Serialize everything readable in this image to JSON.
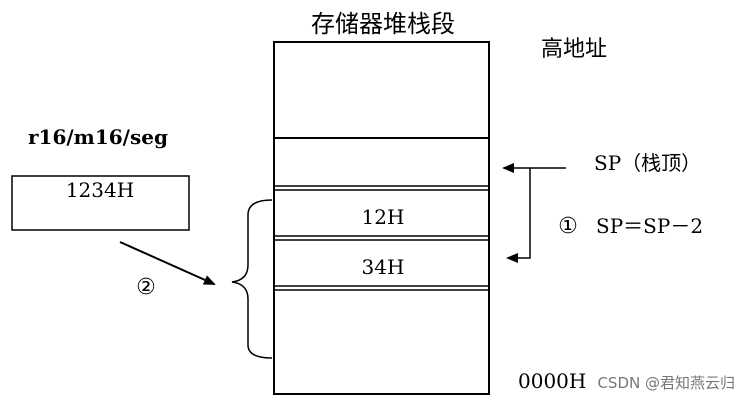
{
  "title": "存储器堆栈段",
  "high_address_label": "高地址",
  "low_address_label": "0000H",
  "source_operand_label": "r16/m16/seg",
  "source_value": "1234H",
  "stack_cells": [
    "",
    "",
    "12H",
    "34H",
    ""
  ],
  "sp_label": "SP（栈顶）",
  "step1_marker": "①",
  "step1_text": "SP＝SP－2",
  "step2_marker": "②",
  "watermark": "CSDN @君知燕云归"
}
